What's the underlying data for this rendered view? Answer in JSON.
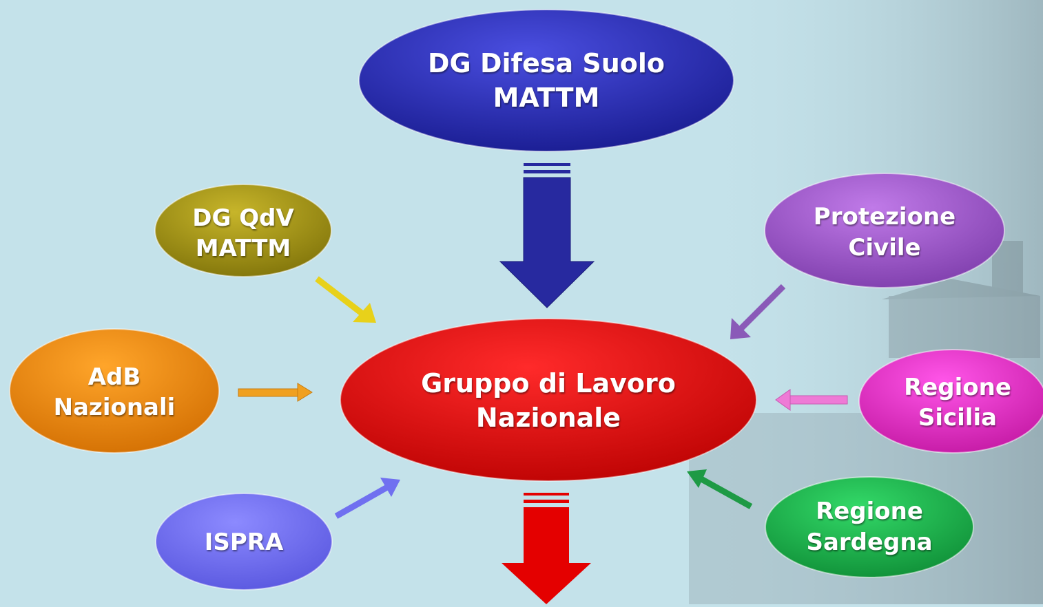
{
  "nodes": {
    "dg_difesa": {
      "line1": "DG Difesa Suolo",
      "line2": "MATTM",
      "color": "#2b2ec2"
    },
    "gruppo": {
      "line1": "Gruppo di Lavoro",
      "line2": "Nazionale",
      "color": "#ee0000"
    },
    "dg_qdv": {
      "line1": "DG QdV",
      "line2": "MATTM",
      "color": "#a79818"
    },
    "adb": {
      "line1": "AdB",
      "line2": "Nazionali",
      "color": "#f08a0c"
    },
    "ispra": {
      "line1": "ISPRA",
      "line2": "",
      "color": "#6e6cf5"
    },
    "protezione": {
      "line1": "Protezione",
      "line2": "Civile",
      "color": "#a45cd0"
    },
    "sicilia": {
      "line1": "Regione",
      "line2": "Sicilia",
      "color": "#ea2dcf"
    },
    "sardegna": {
      "line1": "Regione",
      "line2": "Sardegna",
      "color": "#1fbd4d"
    }
  },
  "colors": {
    "background": "#c4e2ea",
    "arrow_blue": "#27299f",
    "arrow_red": "#e40000",
    "arrow_yellow": "#e8d11a",
    "arrow_orange": "#f0a020",
    "arrow_ispra": "#7070f0",
    "arrow_purple": "#8a5ab8",
    "arrow_pink": "#ee7ad6",
    "arrow_green": "#1e9a45"
  }
}
